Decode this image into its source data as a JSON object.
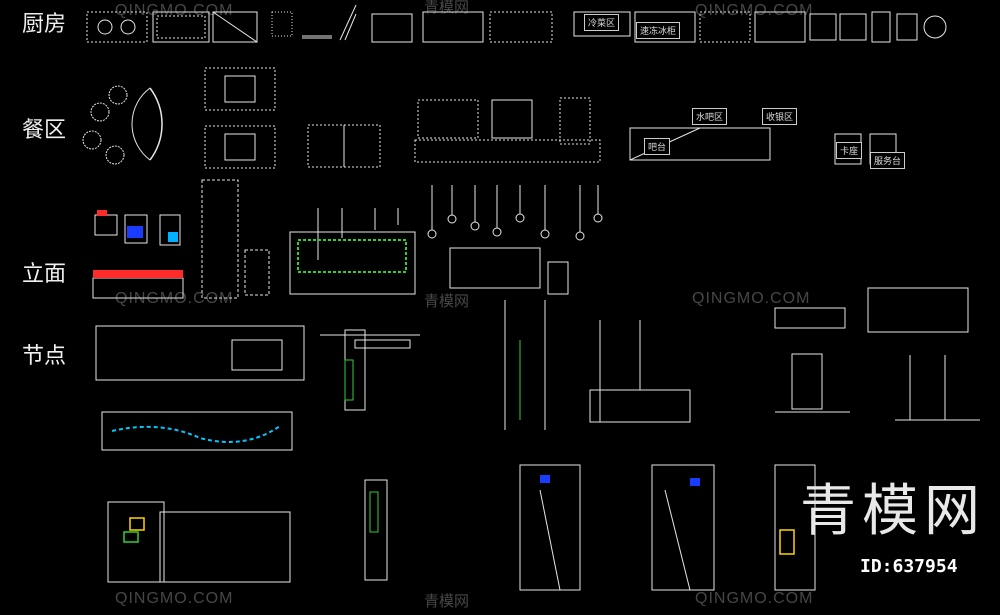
{
  "sections": {
    "kitchen": "厨房",
    "dining": "餐区",
    "elevation": "立面",
    "detail": "节点"
  },
  "tags": {
    "cold_dish": "冷菜区",
    "fridge": "速冻冰柜",
    "water_bar": "水吧区",
    "cashier": "收银区",
    "bar_table": "吧台",
    "soft_seat": "卡座",
    "service": "服务台"
  },
  "watermarks": {
    "latin": "QINGMO.COM",
    "cn": "青模网"
  },
  "brand": {
    "name": "青模网",
    "id": "ID:637954"
  },
  "colors": {
    "background": "#000000",
    "line_white": "#e6e6e6",
    "line_cyan": "#00c8ff",
    "line_green": "#2fd12f",
    "line_red": "#ff2a2a",
    "line_yellow": "#ffd400"
  }
}
